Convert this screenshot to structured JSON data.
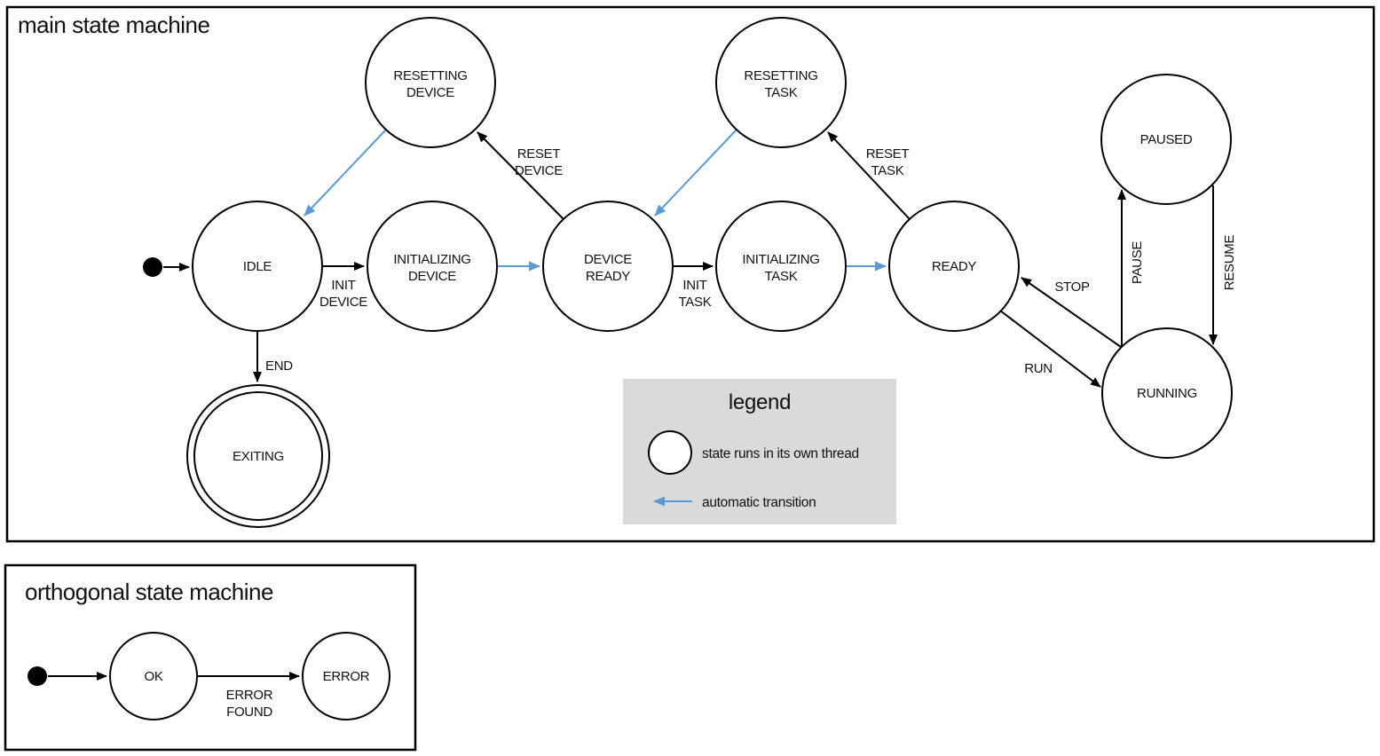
{
  "main": {
    "title": "main state machine",
    "nodes": {
      "idle": {
        "label": "IDLE"
      },
      "resetting_device": {
        "line1": "RESETTING",
        "line2": "DEVICE"
      },
      "initializing_device": {
        "line1": "INITIALIZING",
        "line2": "DEVICE"
      },
      "device_ready": {
        "line1": "DEVICE",
        "line2": "READY"
      },
      "resetting_task": {
        "line1": "RESETTING",
        "line2": "TASK"
      },
      "initializing_task": {
        "line1": "INITIALIZING",
        "line2": "TASK"
      },
      "ready": {
        "label": "READY"
      },
      "paused": {
        "label": "PAUSED"
      },
      "running": {
        "label": "RUNNING"
      },
      "exiting": {
        "label": "EXITING"
      }
    },
    "edges": {
      "init_device": {
        "line1": "INIT",
        "line2": "DEVICE"
      },
      "reset_device": {
        "line1": "RESET",
        "line2": "DEVICE"
      },
      "init_task": {
        "line1": "INIT",
        "line2": "TASK"
      },
      "reset_task": {
        "line1": "RESET",
        "line2": "TASK"
      },
      "end": {
        "label": "END"
      },
      "run": {
        "label": "RUN"
      },
      "stop": {
        "label": "STOP"
      },
      "pause": {
        "label": "PAUSE"
      },
      "resume": {
        "label": "RESUME"
      }
    }
  },
  "legend": {
    "title": "legend",
    "items": {
      "thread": "state runs in its own thread",
      "auto": "automatic transition"
    }
  },
  "orthogonal": {
    "title": "orthogonal state machine",
    "nodes": {
      "ok": {
        "label": "OK"
      },
      "error": {
        "label": "ERROR"
      }
    },
    "edges": {
      "error_found": {
        "line1": "ERROR",
        "line2": "FOUND"
      }
    }
  },
  "colors": {
    "thread_fill": "#b4c7e7",
    "auto_arrow": "#5b9bd5",
    "legend_bg": "#dadada"
  }
}
